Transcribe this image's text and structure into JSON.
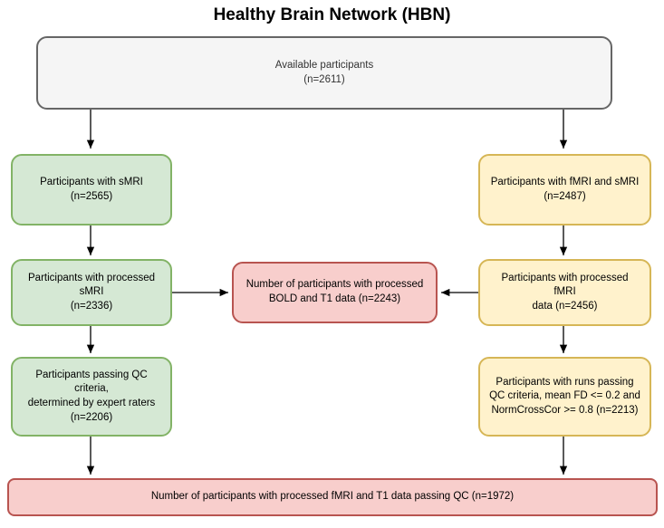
{
  "title": "Healthy Brain Network (HBN)",
  "palette": {
    "gray_fill": "#f5f5f5",
    "gray_border": "#666666",
    "green_fill": "#d5e8d4",
    "green_border": "#82b366",
    "yellow_fill": "#fff2cc",
    "yellow_border": "#d6b656",
    "red_fill": "#f8cecc",
    "red_border": "#b85450",
    "arrow": "#000000"
  },
  "nodes": {
    "available": {
      "text": "Available participants\n(n=2611)"
    },
    "smri": {
      "text": "Participants with sMRI\n(n=2565)"
    },
    "fmri_smri": {
      "text": "Participants with fMRI and sMRI\n(n=2487)"
    },
    "processed_smri": {
      "text": "Participants with processed sMRI\n(n=2336)"
    },
    "bold_t1": {
      "text": "Number of participants with processed\nBOLD and T1 data (n=2243)"
    },
    "processed_fmri": {
      "text": "Participants with processed fMRI\ndata  (n=2456)"
    },
    "qc_expert": {
      "text": "Participants passing QC criteria,\ndetermined by expert raters\n(n=2206)"
    },
    "qc_runs": {
      "text": "Participants with runs passing\nQC criteria, mean FD <= 0.2 and\nNormCrossCor >= 0.8 (n=2213)"
    },
    "final": {
      "text": "Number of participants with processed fMRI and T1 data passing QC (n=1972)"
    }
  }
}
